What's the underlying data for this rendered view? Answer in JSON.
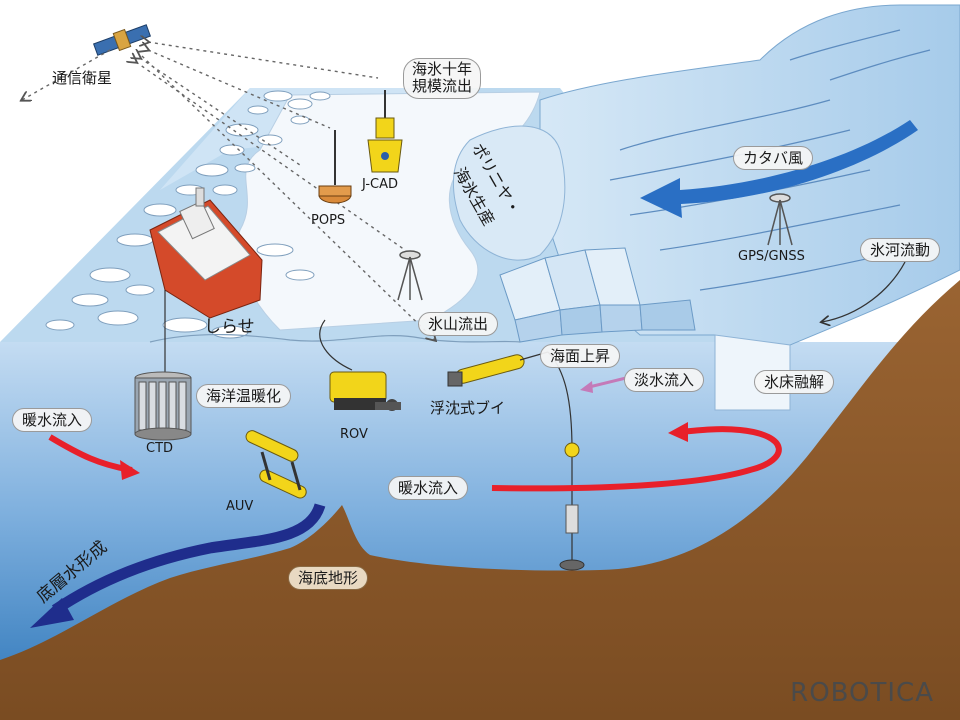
{
  "labels": {
    "satellite": "通信衛星",
    "ice_outflow_l1": "海氷十年",
    "ice_outflow_l2": "規模流出",
    "jcad": "J-CAD",
    "pops": "POPS",
    "polynya": "ポリニヤ・",
    "sea_ice_production": "海氷生産",
    "katabatic": "カタバ風",
    "gps": "GPS/GNSS",
    "glacier_flow": "氷河流動",
    "iceberg_outflow": "氷山流出",
    "shirase": "しらせ",
    "sea_level_rise": "海面上昇",
    "freshwater_inflow": "淡水流入",
    "ice_sheet_melt": "氷床融解",
    "ocean_warming": "海洋温暖化",
    "warm_inflow_left": "暖水流入",
    "warm_inflow_right": "暖水流入",
    "ctd": "CTD",
    "rov": "ROV",
    "float_buoy": "浮沈式ブイ",
    "auv": "AUV",
    "bottom_water": "底層水形成",
    "seafloor": "海底地形",
    "brand": "ROBOTICA"
  },
  "colors": {
    "ocean_top": "#a9cbea",
    "ocean_bottom": "#1f6fb5",
    "seafloor": "#8c5a2b",
    "warm_arrow": "#e8202a",
    "bottom_water_arrow": "#1f2d8c",
    "katabatic_arrow": "#2a6fc4",
    "instrument_yellow": "#f2d51a",
    "ship_hull": "#d44a2a"
  }
}
